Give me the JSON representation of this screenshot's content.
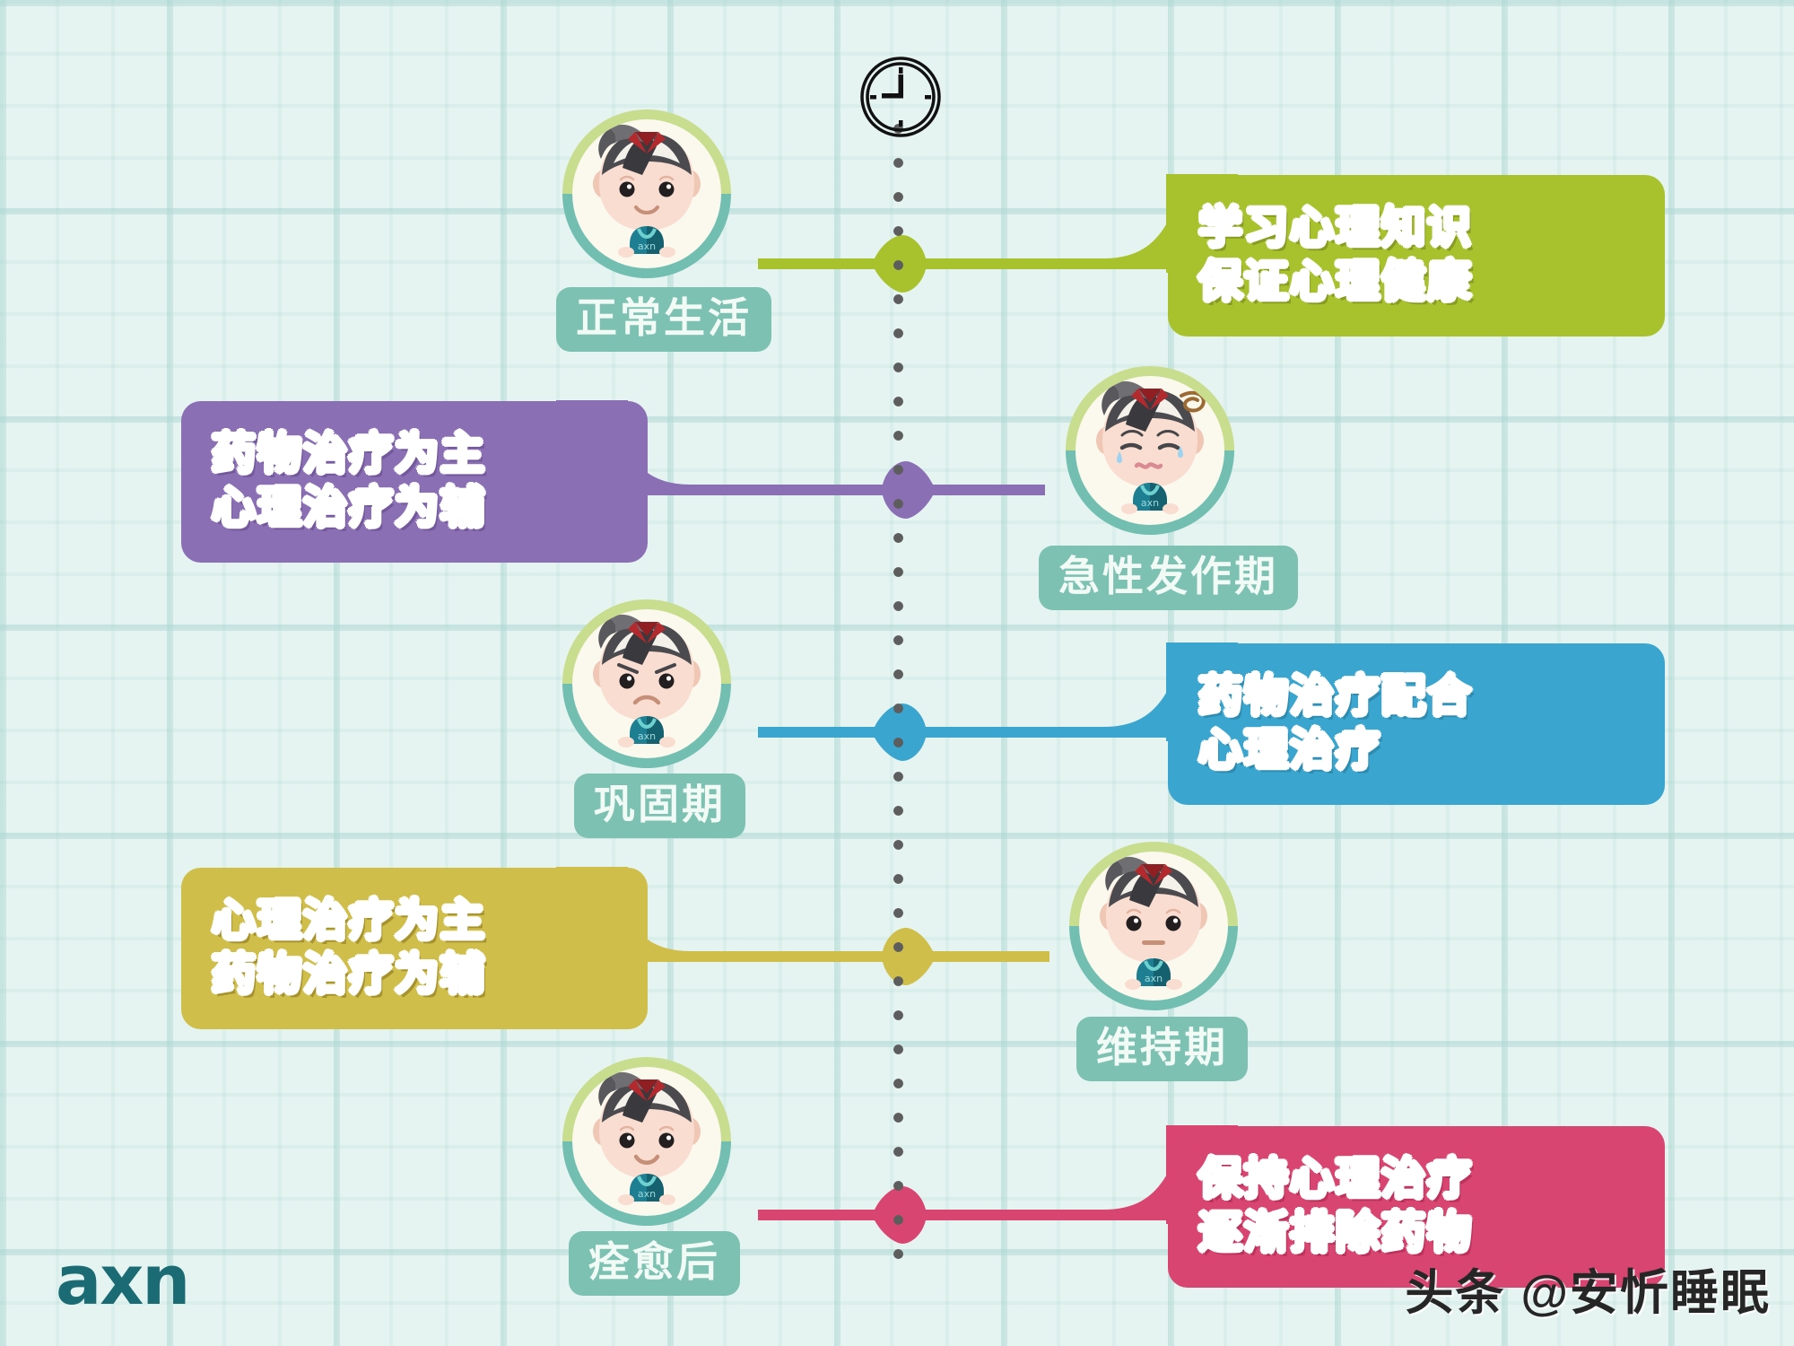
{
  "page": {
    "background_color": "#e6f4f1",
    "grid_line_color": "#b0d8d4"
  },
  "timeline": {
    "axis_name": "vertical-dotted-timeline",
    "dot_color": "#5d5d5d",
    "clock_icon": "clock-icon",
    "clock_time": "9:00"
  },
  "stages": [
    {
      "key": "normal-life",
      "label": "正常生活",
      "face": "smile",
      "side": "left",
      "node_color": "#a8c22e"
    },
    {
      "key": "acute-episode",
      "label": "急性发作期",
      "face": "crying",
      "side": "right",
      "node_color": "#8b6fb5"
    },
    {
      "key": "consolidation",
      "label": "巩固期",
      "face": "frown",
      "side": "left",
      "node_color": "#3aa5ce"
    },
    {
      "key": "maintenance",
      "label": "维持期",
      "face": "neutral",
      "side": "right",
      "node_color": "#cfbe4a"
    },
    {
      "key": "recovered",
      "label": "痊愈后",
      "face": "smile",
      "side": "left",
      "node_color": "#d94571"
    }
  ],
  "callouts": [
    {
      "key": "learn-psychology",
      "side": "right",
      "color": "#a8c22e",
      "lines": [
        "学习心理知识",
        "保证心理健康"
      ]
    },
    {
      "key": "medication-primary",
      "side": "left",
      "color": "#8b6fb5",
      "lines": [
        "药物治疗为主",
        "心理治疗为辅"
      ]
    },
    {
      "key": "medication-plus-therapy",
      "side": "right",
      "color": "#3aa5ce",
      "lines": [
        "药物治疗配合",
        "心理治疗"
      ]
    },
    {
      "key": "therapy-primary",
      "side": "left",
      "color": "#cfbe4a",
      "lines": [
        "心理治疗为主",
        "药物治疗为辅"
      ]
    },
    {
      "key": "keep-therapy",
      "side": "right",
      "color": "#d94571",
      "lines": [
        "保持心理治疗",
        "逐渐排除药物"
      ]
    }
  ],
  "branding": {
    "logo_text": "axn",
    "logo_color": "#1b6b74",
    "watermark_text": "头条 @安忻睡眠"
  }
}
